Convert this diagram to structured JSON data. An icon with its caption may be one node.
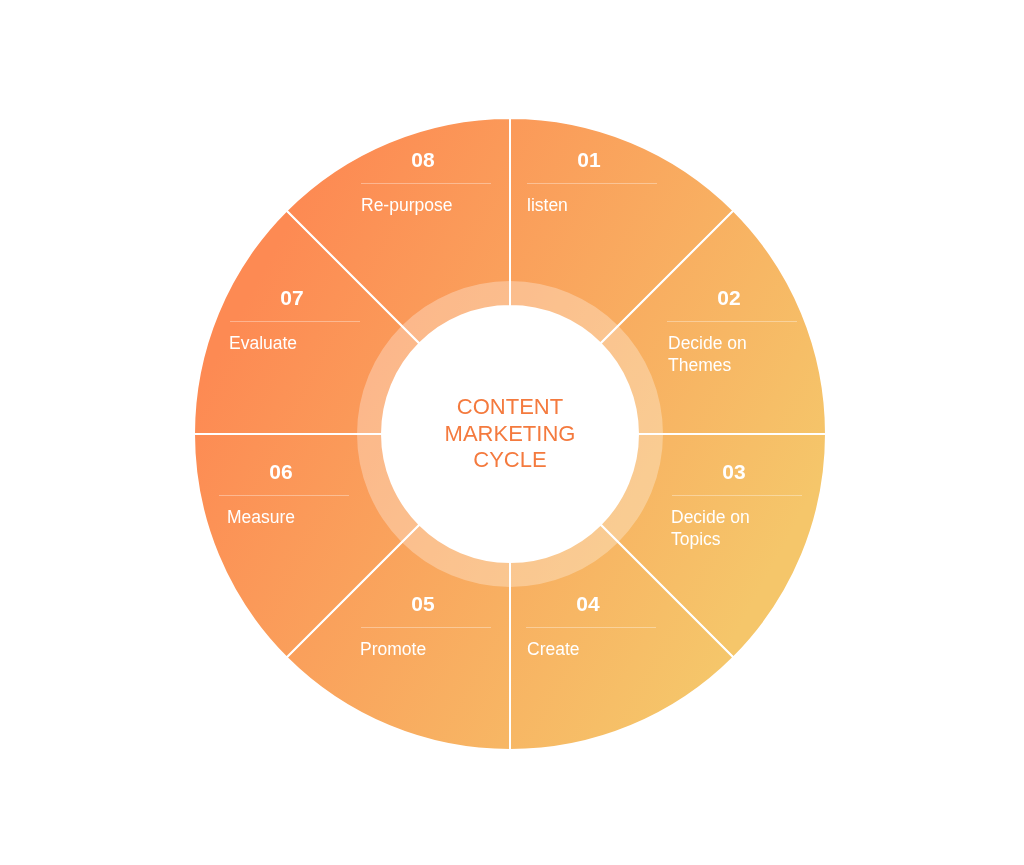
{
  "diagram": {
    "nodes": [
      {
        "text": [
          "CONTENT MARKETING CYCLE"
        ]
      },
      {
        "text": [
          "01",
          "listen"
        ]
      },
      {
        "text": [
          "02",
          "Decide on Themes"
        ]
      },
      {
        "text": [
          "03",
          "Decide on Topics"
        ]
      },
      {
        "text": [
          "04",
          "Create"
        ]
      },
      {
        "text": [
          "05",
          "Promote"
        ]
      },
      {
        "text": [
          "06",
          "Measure"
        ]
      },
      {
        "text": [
          "07",
          "Evaluate"
        ]
      },
      {
        "text": [
          "08",
          "Re-purpose"
        ]
      }
    ]
  }
}
